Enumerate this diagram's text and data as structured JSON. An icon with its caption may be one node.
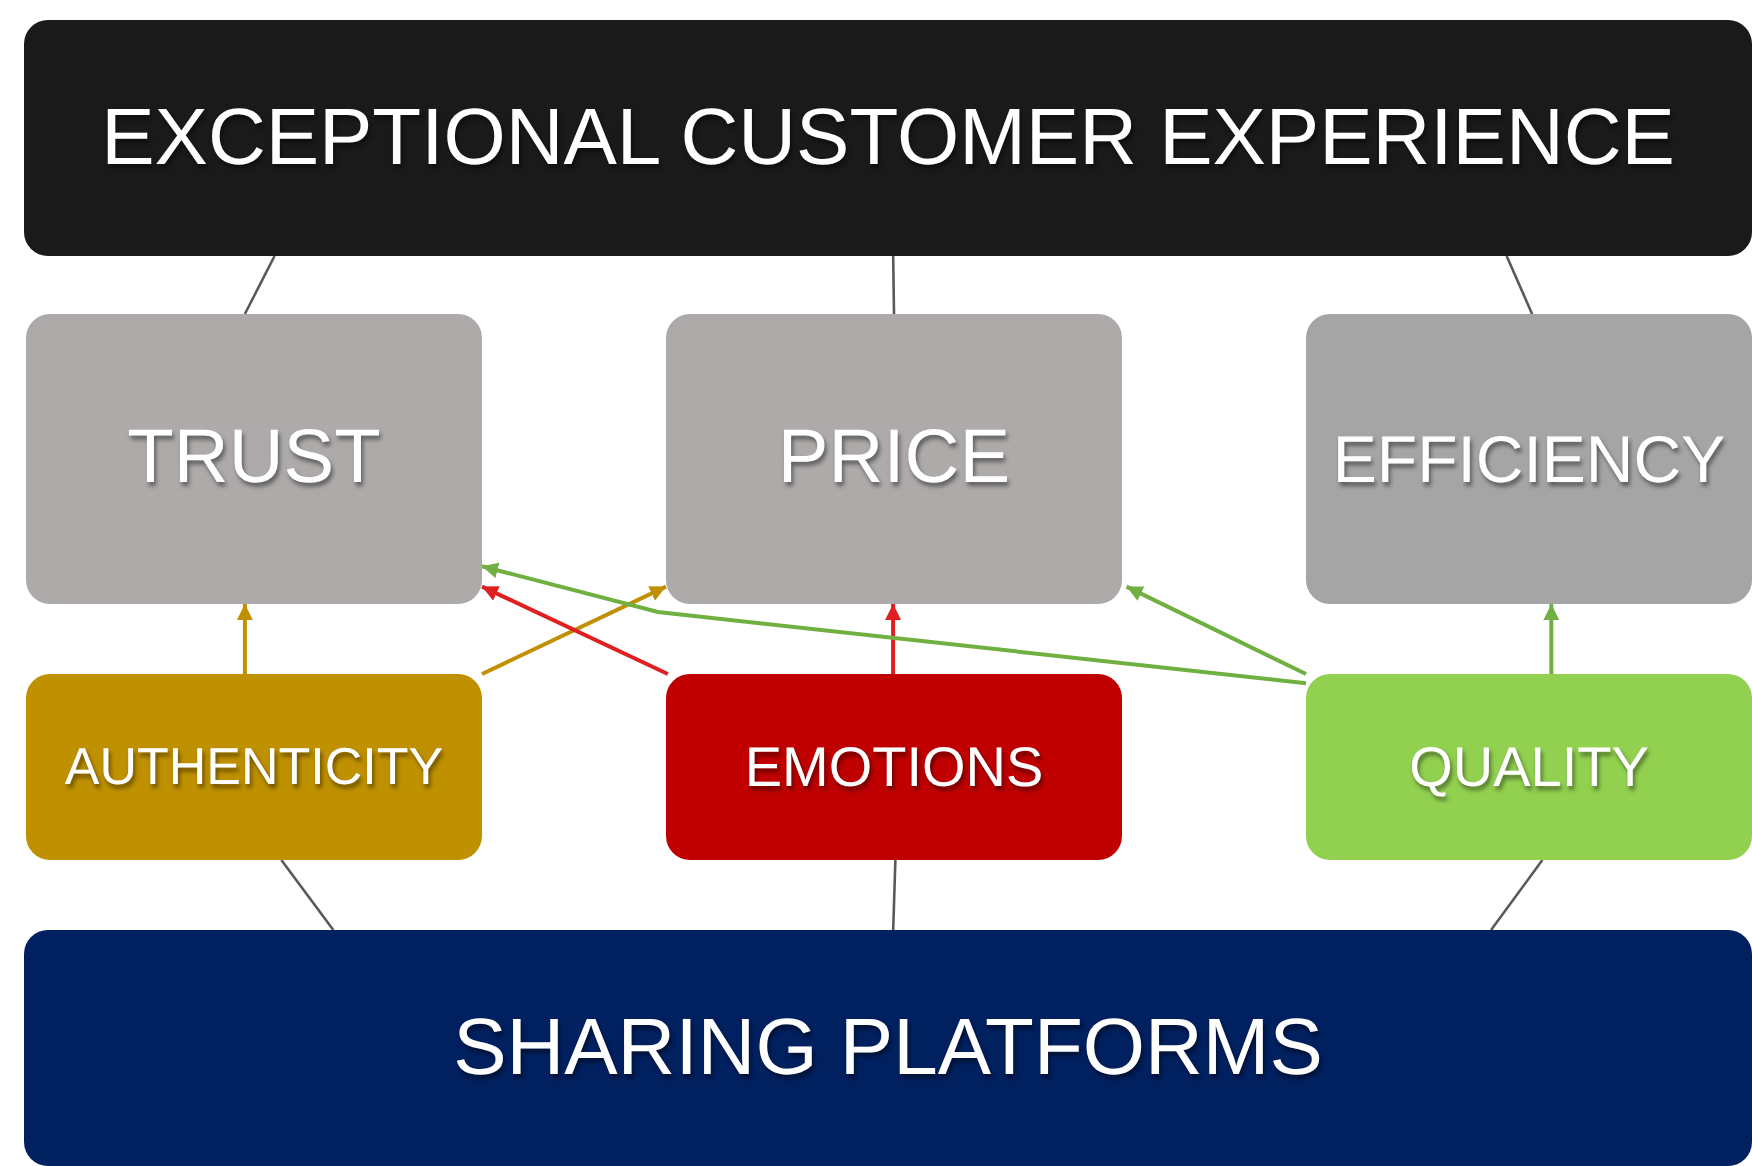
{
  "diagram": {
    "nodes": [
      {
        "text": [
          "EXCEPTIONAL CUSTOMER EXPERIENCE"
        ]
      },
      {
        "text": [
          "TRUST"
        ]
      },
      {
        "text": [
          "PRICE"
        ]
      },
      {
        "text": [
          "EFFICIENCY"
        ]
      },
      {
        "text": [
          "AUTHENTICITY"
        ]
      },
      {
        "text": [
          "EMOTIONS"
        ]
      },
      {
        "text": [
          "QUALITY"
        ]
      },
      {
        "text": [
          "SHARING PLATFORMS"
        ]
      }
    ],
    "edges": [
      {
        "from": 0,
        "to": 1,
        "arrow": "none"
      },
      {
        "from": 0,
        "to": 2,
        "arrow": "none"
      },
      {
        "from": 0,
        "to": 3,
        "arrow": "none"
      },
      {
        "from": 4,
        "to": 7,
        "arrow": "none"
      },
      {
        "from": 5,
        "to": 7,
        "arrow": "none"
      },
      {
        "from": 6,
        "to": 7,
        "arrow": "none"
      },
      {
        "from": 4,
        "to": 1,
        "arrow": "to",
        "color": "#c09000"
      },
      {
        "from": 4,
        "to": 2,
        "arrow": "to",
        "color": "#c09000"
      },
      {
        "from": 5,
        "to": 1,
        "arrow": "to",
        "color": "#e02020"
      },
      {
        "from": 5,
        "to": 2,
        "arrow": "to",
        "color": "#e02020"
      },
      {
        "from": 6,
        "to": 1,
        "arrow": "to",
        "color": "#70b040"
      },
      {
        "from": 6,
        "to": 2,
        "arrow": "to",
        "color": "#70b040"
      },
      {
        "from": 6,
        "to": 3,
        "arrow": "to",
        "color": "#70b040"
      }
    ]
  }
}
